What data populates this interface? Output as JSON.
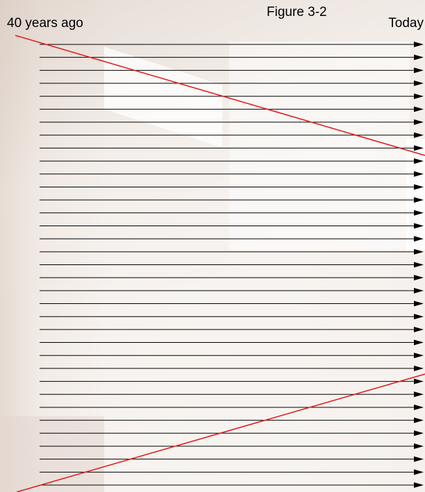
{
  "figure": {
    "title": "Figure 3-2",
    "left_label": "40 years ago",
    "right_label": "Today"
  },
  "timelines": {
    "count": 35,
    "line_color": "#000000",
    "arrowhead": "triangle-right"
  },
  "trend_lines": {
    "color": "#e02020",
    "descending": "from 40 years ago to today",
    "ascending": "from bottom toward today"
  }
}
